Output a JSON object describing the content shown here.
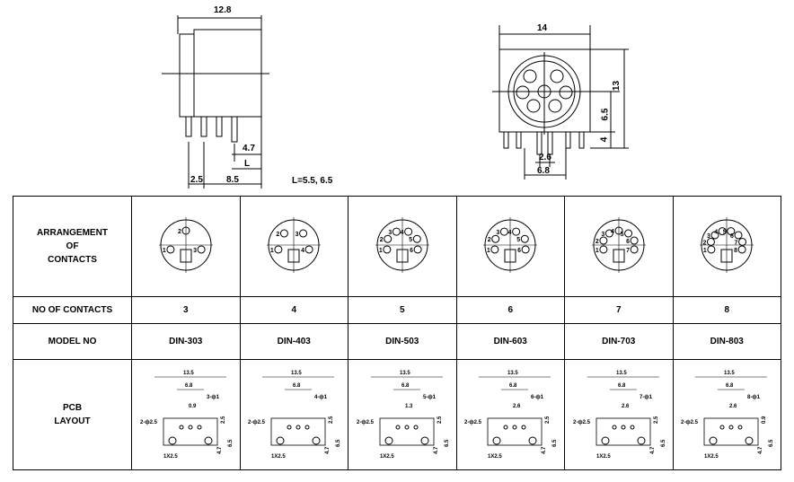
{
  "drawing": {
    "side": {
      "width": "12.8",
      "pin_gap": "4.7",
      "pin_l": "L",
      "pin_pitch": "2.5",
      "pin_offset": "8.5",
      "note": "L=5.5,  6.5"
    },
    "front": {
      "width": "14",
      "height": "13",
      "center_h": "6.5",
      "base": "4",
      "pin_pitch": "2.6",
      "pin_span": "6.8"
    }
  },
  "table": {
    "headers": {
      "arrangement": [
        "ARRANGEMENT",
        "OF",
        "CONTACTS"
      ],
      "contacts": "NO OF CONTACTS",
      "model": "MODEL  NO",
      "pcb": [
        "PCB",
        "LAYOUT"
      ]
    },
    "columns": [
      {
        "contacts": "3",
        "model": "DIN-303",
        "pins": [
          "1",
          "2",
          "3"
        ],
        "pcb": {
          "w": "13.5",
          "m": "6.8",
          "c": "3-ф1",
          "s": "0.9",
          "h": "2-ф2.5",
          "v1": "2.5",
          "v2": "6.5",
          "v3": "4.7",
          "b": "1X2.5"
        }
      },
      {
        "contacts": "4",
        "model": "DIN-403",
        "pins": [
          "1",
          "2",
          "3",
          "4"
        ],
        "pcb": {
          "w": "13.5",
          "m": "6.8",
          "c": "4-ф1",
          "s": "",
          "h": "2-ф2.5",
          "v1": "2.5",
          "v2": "6.5",
          "v3": "4.7",
          "b": "1X2.5"
        }
      },
      {
        "contacts": "5",
        "model": "DIN-503",
        "pins": [
          "1",
          "2",
          "3",
          "4",
          "5",
          "6"
        ],
        "pcb": {
          "w": "13.5",
          "m": "6.8",
          "c": "5-ф1",
          "s": "1.3",
          "h": "2-ф2.5",
          "v1": "2.5",
          "v2": "6.5",
          "v3": "4.7",
          "b": "1X2.5"
        }
      },
      {
        "contacts": "6",
        "model": "DIN-603",
        "pins": [
          "1",
          "2",
          "3",
          "4",
          "5",
          "6"
        ],
        "pcb": {
          "w": "13.5",
          "m": "6.8",
          "c": "6-ф1",
          "s": "2.6",
          "h": "2-ф2.5",
          "v1": "2.5",
          "v2": "6.5",
          "v3": "4.7",
          "b": "1X2.5"
        }
      },
      {
        "contacts": "7",
        "model": "DIN-703",
        "pins": [
          "1",
          "2",
          "3",
          "4",
          "5",
          "6",
          "7"
        ],
        "pcb": {
          "w": "13.5",
          "m": "6.8",
          "c": "7-ф1",
          "s": "2.6",
          "h": "2-ф2.5",
          "v1": "2.5",
          "v2": "6.5",
          "v3": "4.7",
          "b": "1X2.5"
        }
      },
      {
        "contacts": "8",
        "model": "DIN-803",
        "pins": [
          "1",
          "2",
          "3",
          "4",
          "5",
          "6",
          "7",
          "8"
        ],
        "pcb": {
          "w": "13.5",
          "m": "6.8",
          "c": "8-ф1",
          "s": "2.6",
          "h": "2-ф2.5",
          "v1": "0.9",
          "v2": "6.5",
          "v3": "4.7",
          "b": "1X2.5"
        }
      }
    ]
  }
}
